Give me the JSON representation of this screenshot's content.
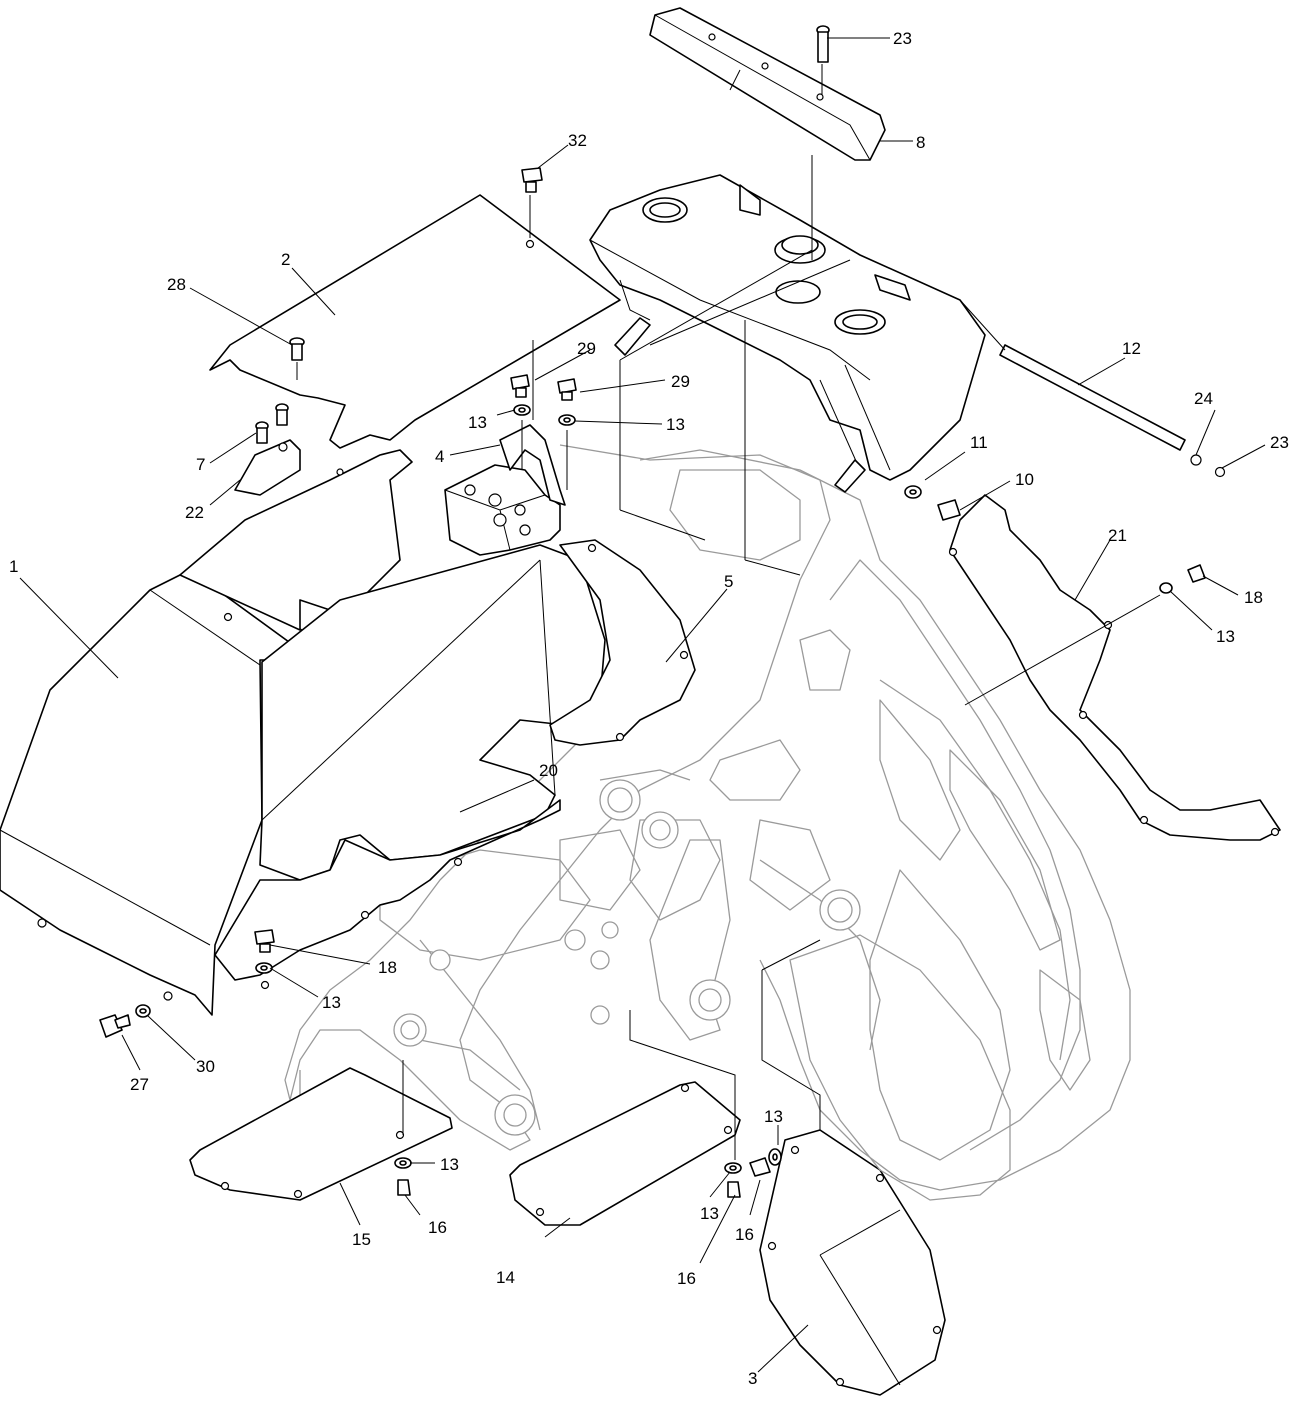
{
  "callouts": [
    {
      "id": "c1",
      "text": "1"
    },
    {
      "id": "c2",
      "text": "2"
    },
    {
      "id": "c3",
      "text": "3"
    },
    {
      "id": "c4",
      "text": "4"
    },
    {
      "id": "c5",
      "text": "5"
    },
    {
      "id": "c7",
      "text": "7"
    },
    {
      "id": "c8",
      "text": "8"
    },
    {
      "id": "c10",
      "text": "10"
    },
    {
      "id": "c11",
      "text": "11"
    },
    {
      "id": "c12",
      "text": "12"
    },
    {
      "id": "c13a",
      "text": "13"
    },
    {
      "id": "c13b",
      "text": "13"
    },
    {
      "id": "c13c",
      "text": "13"
    },
    {
      "id": "c13d",
      "text": "13"
    },
    {
      "id": "c13e",
      "text": "13"
    },
    {
      "id": "c13f",
      "text": "13"
    },
    {
      "id": "c13g",
      "text": "13"
    },
    {
      "id": "c14",
      "text": "14"
    },
    {
      "id": "c15",
      "text": "15"
    },
    {
      "id": "c16a",
      "text": "16"
    },
    {
      "id": "c16b",
      "text": "16"
    },
    {
      "id": "c16c",
      "text": "16"
    },
    {
      "id": "c18a",
      "text": "18"
    },
    {
      "id": "c18b",
      "text": "18"
    },
    {
      "id": "c20",
      "text": "20"
    },
    {
      "id": "c21",
      "text": "21"
    },
    {
      "id": "c22",
      "text": "22"
    },
    {
      "id": "c23a",
      "text": "23"
    },
    {
      "id": "c23b",
      "text": "23"
    },
    {
      "id": "c24",
      "text": "24"
    },
    {
      "id": "c27",
      "text": "27"
    },
    {
      "id": "c28",
      "text": "28"
    },
    {
      "id": "c29a",
      "text": "29"
    },
    {
      "id": "c29b",
      "text": "29"
    },
    {
      "id": "c30",
      "text": "30"
    },
    {
      "id": "c32",
      "text": "32"
    }
  ]
}
